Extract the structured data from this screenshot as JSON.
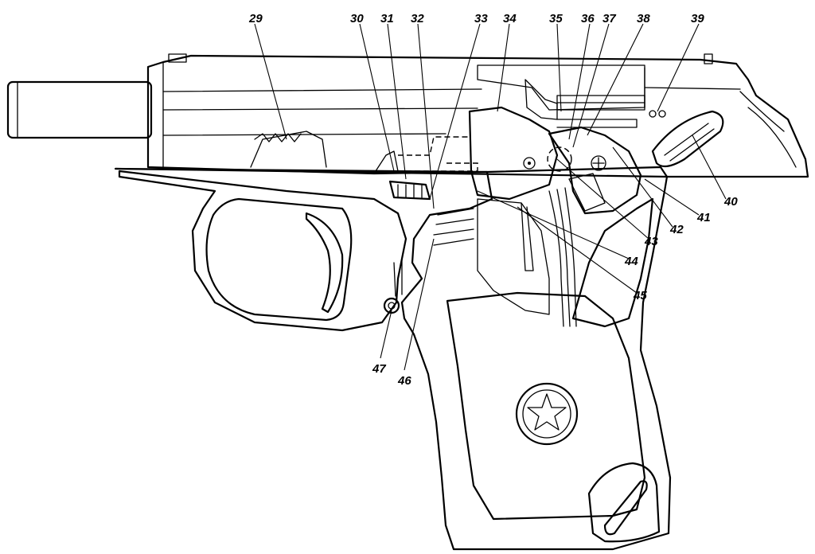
{
  "callouts": [
    {
      "number": "29"
    },
    {
      "number": "30"
    },
    {
      "number": "31"
    },
    {
      "number": "32"
    },
    {
      "number": "33"
    },
    {
      "number": "34"
    },
    {
      "number": "35"
    },
    {
      "number": "36"
    },
    {
      "number": "37"
    },
    {
      "number": "38"
    },
    {
      "number": "39"
    },
    {
      "number": "40"
    },
    {
      "number": "41"
    },
    {
      "number": "42"
    },
    {
      "number": "43"
    },
    {
      "number": "44"
    },
    {
      "number": "45"
    },
    {
      "number": "46"
    },
    {
      "number": "47"
    }
  ],
  "colors": {
    "ink": "#000000",
    "paper": "#ffffff"
  }
}
